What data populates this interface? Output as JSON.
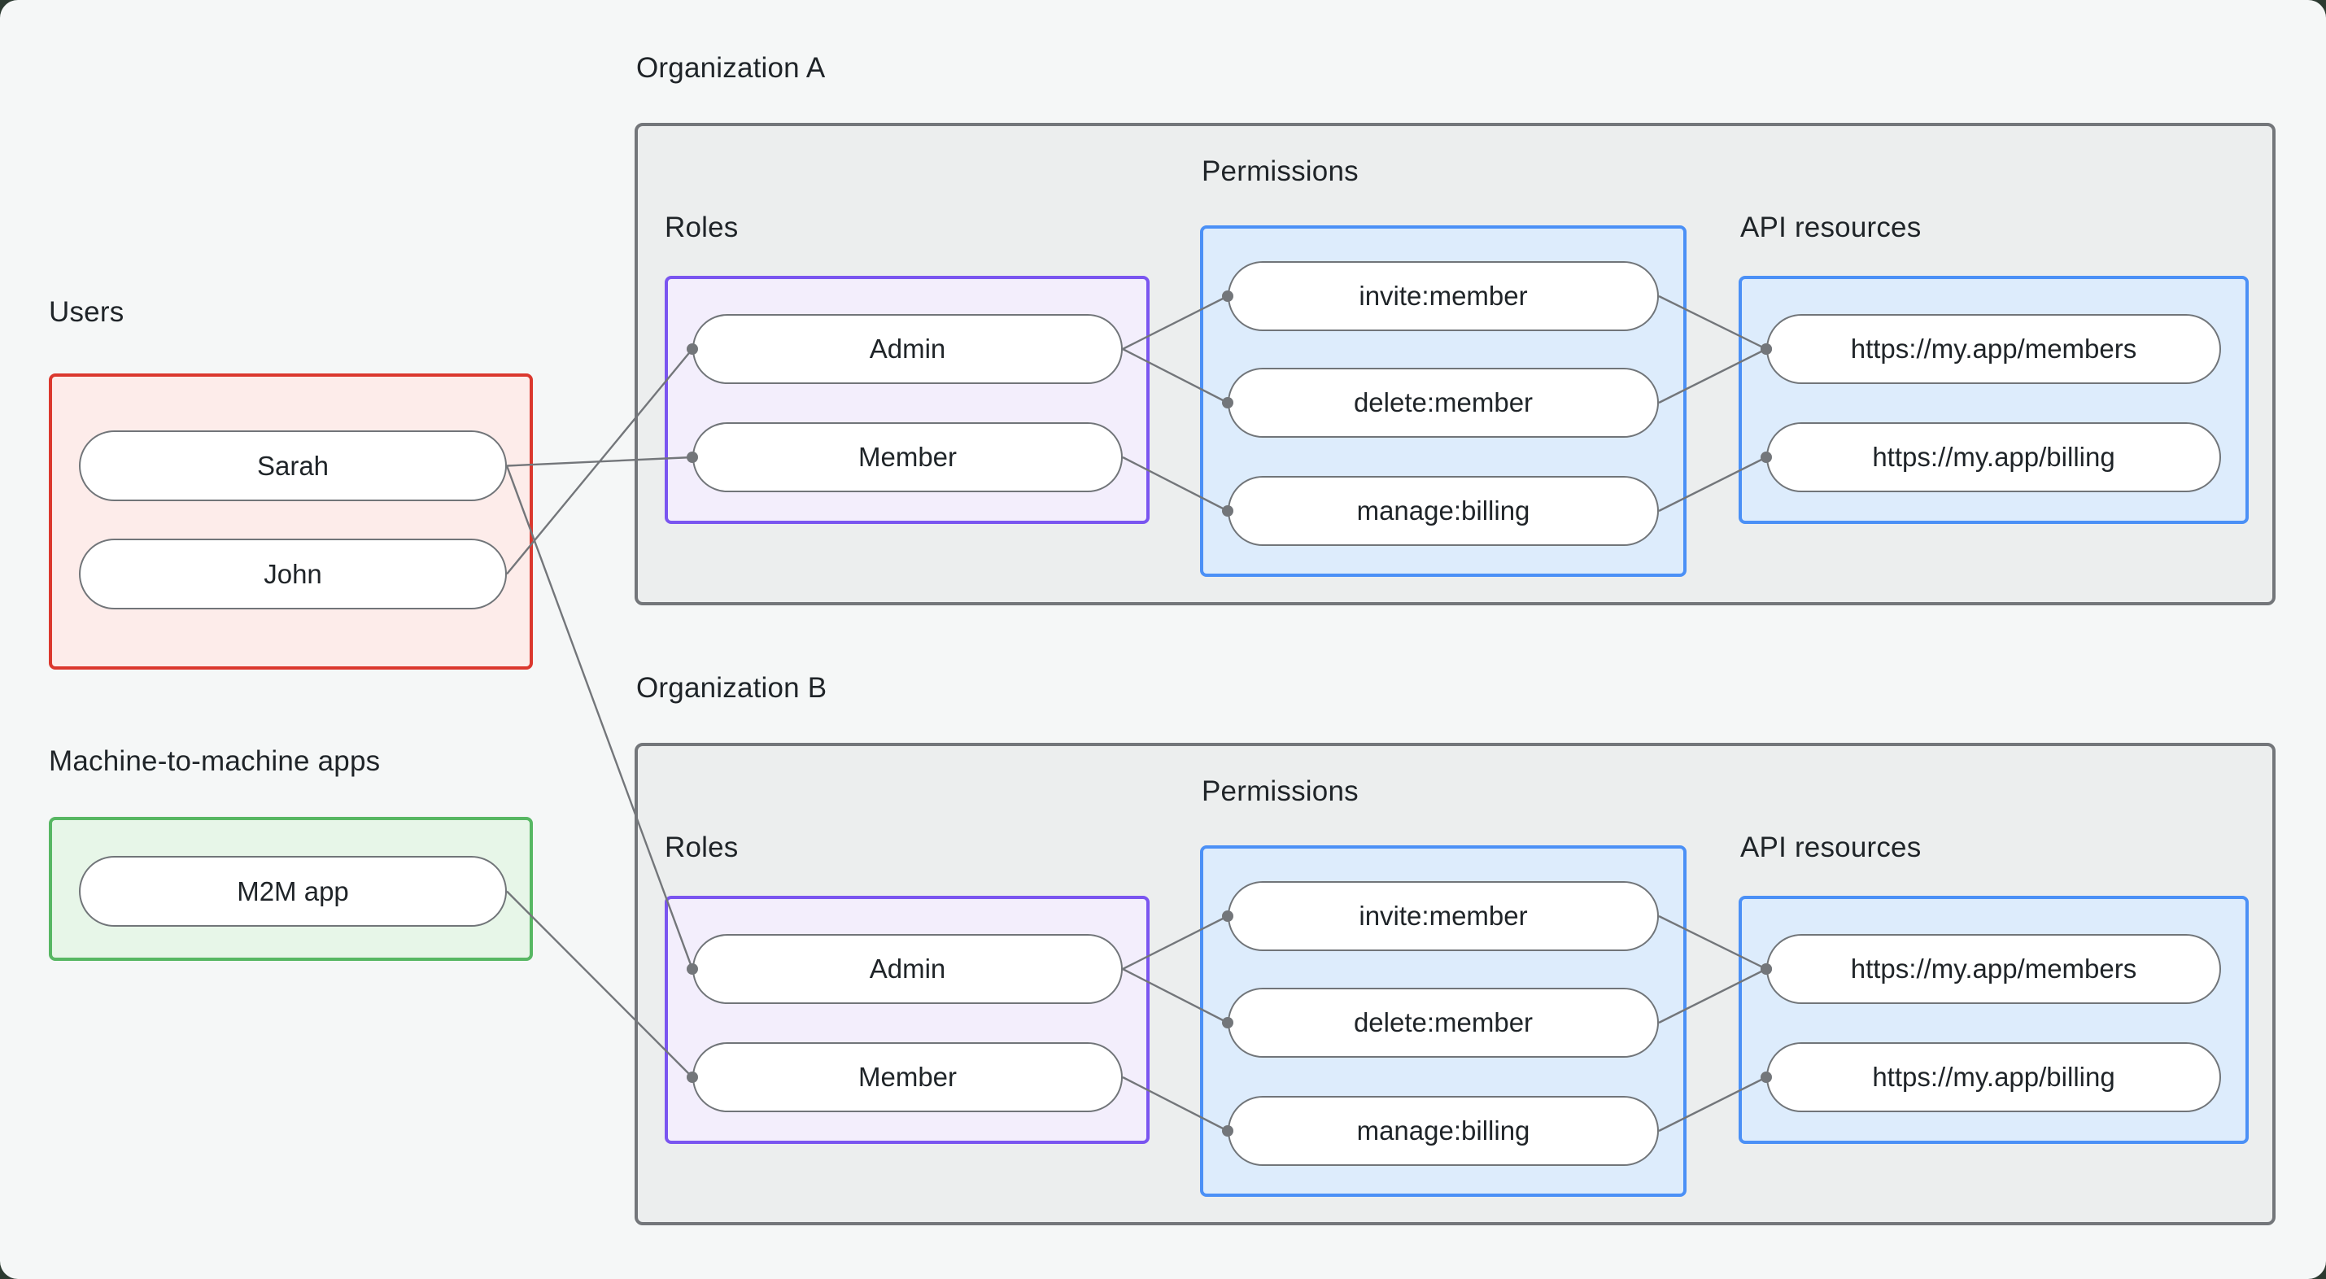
{
  "colors": {
    "page_bg": "#f5f7f7",
    "org_fill": "#eceeee",
    "gray_border": "#73767a",
    "red": "#db382e",
    "red_fill": "#fdecea",
    "green": "#57b763",
    "green_fill": "#e7f6e8",
    "purple": "#7a55f0",
    "purple_fill": "#f3eefc",
    "blue": "#4b90f6",
    "blue_fill": "#ddecfc",
    "node_border": "#717579",
    "line": "#73767a",
    "text": "#1f2428"
  },
  "users": {
    "label": "Users",
    "items": [
      "Sarah",
      "John"
    ]
  },
  "m2m": {
    "label": "Machine-to-machine apps",
    "items": [
      "M2M app"
    ]
  },
  "orgs": [
    {
      "title": "Organization A",
      "roles_label": "Roles",
      "permissions_label": "Permissions",
      "api_label": "API resources",
      "roles": [
        "Admin",
        "Member"
      ],
      "permissions": [
        "invite:member",
        "delete:member",
        "manage:billing"
      ],
      "resources": [
        "https://my.app/members",
        "https://my.app/billing"
      ]
    },
    {
      "title": "Organization B",
      "roles_label": "Roles",
      "permissions_label": "Permissions",
      "api_label": "API resources",
      "roles": [
        "Admin",
        "Member"
      ],
      "permissions": [
        "invite:member",
        "delete:member",
        "manage:billing"
      ],
      "resources": [
        "https://my.app/members",
        "https://my.app/billing"
      ]
    }
  ],
  "edges": [
    {
      "from": "sarah",
      "to": "a-member"
    },
    {
      "from": "john",
      "to": "a-admin"
    },
    {
      "from": "sarah",
      "to": "b-admin"
    },
    {
      "from": "m2m",
      "to": "b-member"
    },
    {
      "from": "a-admin",
      "to": "a-invite"
    },
    {
      "from": "a-admin",
      "to": "a-delete"
    },
    {
      "from": "a-member",
      "to": "a-manage"
    },
    {
      "from": "a-invite",
      "to": "a-members"
    },
    {
      "from": "a-delete",
      "to": "a-members"
    },
    {
      "from": "a-manage",
      "to": "a-billing"
    },
    {
      "from": "b-admin",
      "to": "b-invite"
    },
    {
      "from": "b-admin",
      "to": "b-delete"
    },
    {
      "from": "b-member",
      "to": "b-manage"
    },
    {
      "from": "b-invite",
      "to": "b-members"
    },
    {
      "from": "b-delete",
      "to": "b-members"
    },
    {
      "from": "b-manage",
      "to": "b-billing"
    }
  ]
}
